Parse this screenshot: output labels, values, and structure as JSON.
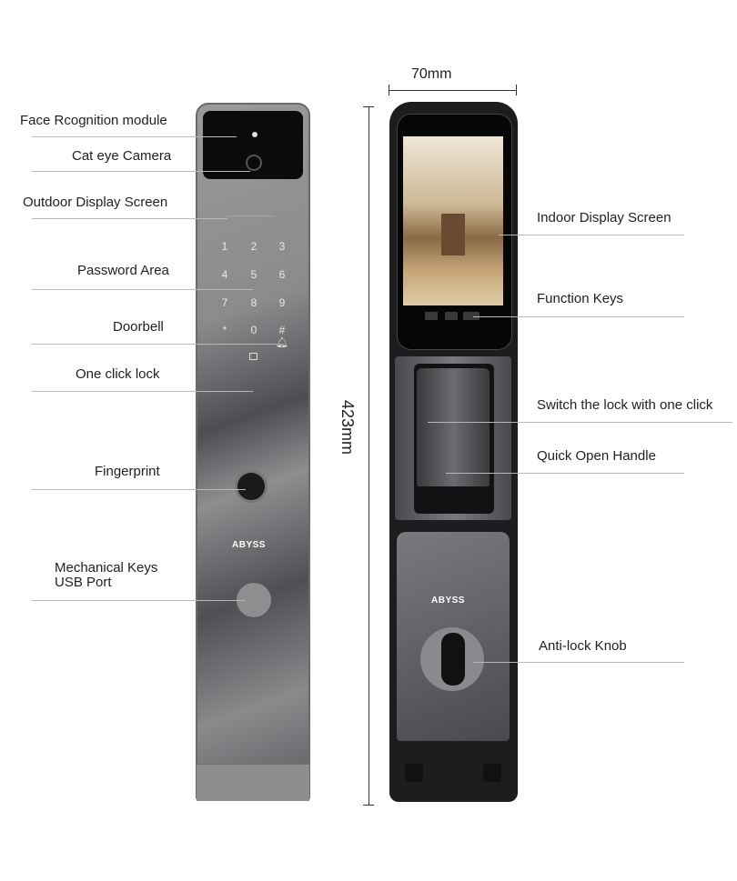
{
  "dimensions": {
    "width": "70mm",
    "height": "423mm"
  },
  "left_labels": [
    "Face Rcognition module",
    "Cat eye Camera",
    "Outdoor Display Screen",
    "Password Area",
    "Doorbell",
    "One click lock",
    "Fingerprint",
    "Mechanical Keys",
    "USB Port"
  ],
  "right_labels": [
    "Indoor Display Screen",
    "Function Keys",
    "Switch the lock with one click",
    "Quick Open Handle",
    "Anti-lock Knob"
  ],
  "keypad": [
    "1",
    "2",
    "3",
    "4",
    "5",
    "6",
    "7",
    "8",
    "9",
    "*",
    "0",
    "#"
  ],
  "brand": "ABYSS"
}
